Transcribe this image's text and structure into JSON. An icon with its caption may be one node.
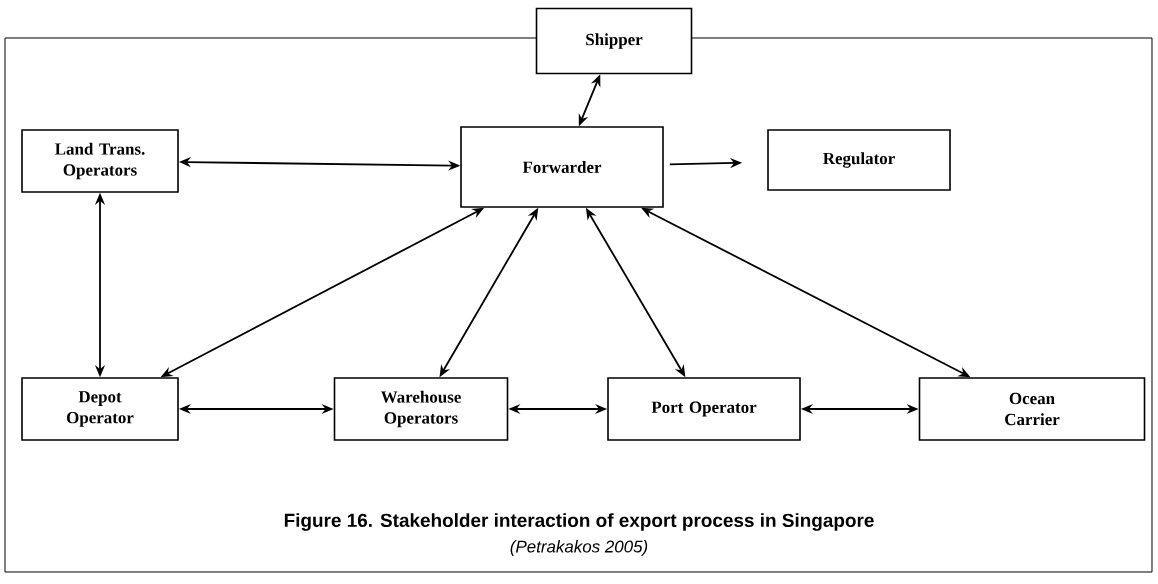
{
  "diagram": {
    "caption": "Figure 16. Stakeholder interaction of export process in Singapore",
    "nodes": [
      {
        "text": [
          "Shipper"
        ]
      },
      {
        "text": [
          "Land Trans. Operators"
        ]
      },
      {
        "text": [
          "Forwarder"
        ]
      },
      {
        "text": [
          "Regulator"
        ]
      },
      {
        "text": [
          "Depot Operator"
        ]
      },
      {
        "text": [
          "Warehouse Operators"
        ]
      },
      {
        "text": [
          "Port Operator"
        ]
      },
      {
        "text": [
          "Ocean Carrier"
        ]
      }
    ],
    "edges": [
      {
        "from": 0,
        "to": 2,
        "arrow": "both"
      },
      {
        "from": 1,
        "to": 2,
        "arrow": "both"
      },
      {
        "from": 2,
        "to": 3,
        "arrow": "to"
      },
      {
        "from": 1,
        "to": 4,
        "arrow": "both"
      },
      {
        "from": 2,
        "to": 4,
        "arrow": "both"
      },
      {
        "from": 2,
        "to": 5,
        "arrow": "both"
      },
      {
        "from": 2,
        "to": 6,
        "arrow": "both"
      },
      {
        "from": 2,
        "to": 7,
        "arrow": "both"
      },
      {
        "from": 4,
        "to": 5,
        "arrow": "both"
      },
      {
        "from": 5,
        "to": 6,
        "arrow": "both"
      },
      {
        "from": 6,
        "to": 7,
        "arrow": "both"
      }
    ],
    "labels": [
      "(Petrakakos 2005)"
    ]
  }
}
